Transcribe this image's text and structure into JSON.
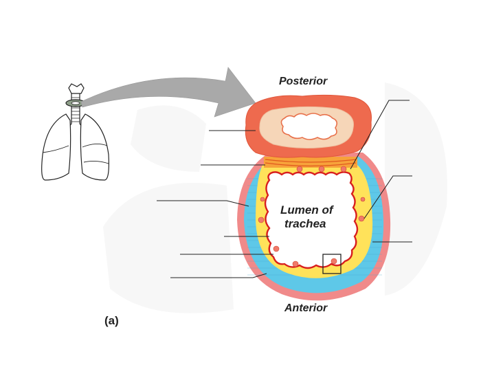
{
  "labels": {
    "posterior": "Posterior",
    "anterior": "Anterior",
    "lumen_line1": "Lumen of",
    "lumen_line2": "trachea",
    "panel": "(a)"
  },
  "colors": {
    "adventitia": "#f08a8a",
    "cartilage": "#5ec8e8",
    "submucosa": "#ffe25a",
    "mucosa": "#d81e1e",
    "muscle": "#f06a3a",
    "esophagus_wall": "#ee6a4e",
    "esophagus_inner": "#f6d6b8",
    "gland": "#f07a6a",
    "arrow": "#a8a8a8"
  }
}
